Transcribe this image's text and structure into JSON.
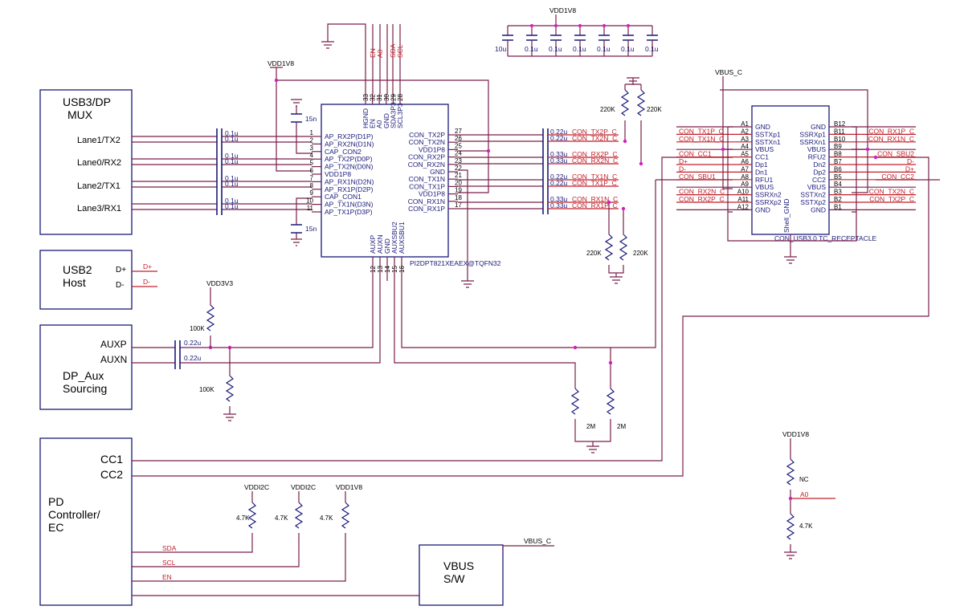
{
  "blocks": {
    "usb3_mux": [
      "USB3/DP",
      "MUX"
    ],
    "usb2_host": [
      "USB2",
      "Host"
    ],
    "dp_aux": [
      "DP_Aux",
      "Sourcing"
    ],
    "pd_controller": [
      "PD",
      "Controller/",
      "EC"
    ],
    "vbus_sw": [
      "VBUS",
      "S/W"
    ]
  },
  "mux_lanes": [
    "Lane1/TX2",
    "Lane0/RX2",
    "Lane2/TX1",
    "Lane3/RX1"
  ],
  "usb2_pins": [
    "D+",
    "D-"
  ],
  "usb2_nets": [
    "D+",
    "D-"
  ],
  "aux_labels": [
    "AUXP",
    "AUXN"
  ],
  "cc_labels": [
    "CC1",
    "CC2"
  ],
  "ec_nets": [
    "SDA",
    "SCL",
    "EN"
  ],
  "power": {
    "vdd1v8": "VDD1V8",
    "vdd3v3": "VDD3V3",
    "vddi2c": "VDDI2C",
    "vbus_c": "VBUS_C"
  },
  "chip": {
    "name": "PI2DPT821XEAEX@TQFN32",
    "top_pins": [
      {
        "name": "HGND",
        "num": "33"
      },
      {
        "name": "EN",
        "num": "32"
      },
      {
        "name": "A0",
        "num": "31"
      },
      {
        "name": "GND",
        "num": "30"
      },
      {
        "name": "SDA3P3",
        "num": "29"
      },
      {
        "name": "SCL3P3",
        "num": "28"
      }
    ],
    "top_nets": [
      "EN",
      "A0",
      "SDA",
      "SCL"
    ],
    "left_pins": [
      {
        "num": "1",
        "name": "AP_RX2P(D1P)"
      },
      {
        "num": "2",
        "name": "AP_RX2N(D1N)"
      },
      {
        "num": "3",
        "name": "CAP_CON2"
      },
      {
        "num": "4",
        "name": "AP_TX2P(D0P)"
      },
      {
        "num": "5",
        "name": "AP_TX2N(D0N)"
      },
      {
        "num": "6",
        "name": "VDD1P8"
      },
      {
        "num": "7",
        "name": "AP_RX1N(D2N)"
      },
      {
        "num": "8",
        "name": "AP_RX1P(D2P)"
      },
      {
        "num": "9",
        "name": "CAP_CON1"
      },
      {
        "num": "10",
        "name": "AP_TX1N(D3N)"
      },
      {
        "num": "11",
        "name": "AP_TX1P(D3P)"
      }
    ],
    "right_pins": [
      {
        "num": "27",
        "name": "CON_TX2P"
      },
      {
        "num": "26",
        "name": "CON_TX2N"
      },
      {
        "num": "25",
        "name": "VDD1P8"
      },
      {
        "num": "24",
        "name": "CON_RX2P"
      },
      {
        "num": "23",
        "name": "CON_RX2N"
      },
      {
        "num": "22",
        "name": "GND"
      },
      {
        "num": "21",
        "name": "CON_TX1N"
      },
      {
        "num": "20",
        "name": "CON_TX1P"
      },
      {
        "num": "19",
        "name": "VDD1P8"
      },
      {
        "num": "18",
        "name": "CON_RX1N"
      },
      {
        "num": "17",
        "name": "CON_RX1P"
      }
    ],
    "bottom_pins": [
      {
        "name": "AUXP",
        "num": "12"
      },
      {
        "name": "AUXN",
        "num": "13"
      },
      {
        "name": "GND",
        "num": "14"
      },
      {
        "name": "AUXSBU2",
        "num": "15"
      },
      {
        "name": "AUXSBU1",
        "num": "16"
      }
    ]
  },
  "input_caps": [
    "0.1u",
    "0.1u",
    "0.1u",
    "0.1u",
    "0.1u",
    "0.1u",
    "0.1u",
    "0.1u"
  ],
  "cap_15n": [
    "15n",
    "15n"
  ],
  "output_caps": [
    "0.22u",
    "0.22u",
    "0.33u",
    "0.33u",
    "0.22u",
    "0.22u",
    "0.33u",
    "0.33u"
  ],
  "output_nets": [
    "CON_TX2P_C",
    "CON_TX2N_C",
    "CON_RX2P_C",
    "CON_RX2N_C",
    "CON_TX1N_C",
    "CON_TX1P_C",
    "CON_RX1N_C",
    "CON_RX1P_C"
  ],
  "aux_caps": [
    "0.22u",
    "0.22u"
  ],
  "decoupling_caps": [
    "10u",
    "0.1u",
    "0.1u",
    "0.1u",
    "0.1u",
    "0.1u",
    "0.1u"
  ],
  "resistors": {
    "r220k": "220K",
    "r100k": "100K",
    "r2m": "2M",
    "r4k7": "4.7K",
    "nc": "NC",
    "a0_net": "A0"
  },
  "connector": {
    "name": "CON_USB3.0 TC_RECEPTACLE",
    "shell": "Shell_GND",
    "left_pins": [
      {
        "num": "A1",
        "name": "GND",
        "net": ""
      },
      {
        "num": "A2",
        "name": "SSTXp1",
        "net": "CON_TX1P_C"
      },
      {
        "num": "A3",
        "name": "SSTXn1",
        "net": "CON_TX1N_C"
      },
      {
        "num": "A4",
        "name": "VBUS",
        "net": ""
      },
      {
        "num": "A5",
        "name": "CC1",
        "net": "CON_CC1"
      },
      {
        "num": "A6",
        "name": "Dp1",
        "net": "D+"
      },
      {
        "num": "A7",
        "name": "Dn1",
        "net": "D-"
      },
      {
        "num": "A8",
        "name": "RFU1",
        "net": "CON_SBU1"
      },
      {
        "num": "A9",
        "name": "VBUS",
        "net": ""
      },
      {
        "num": "A10",
        "name": "SSRXn2",
        "net": "CON_RX2N_C"
      },
      {
        "num": "A11",
        "name": "SSRXp2",
        "net": "CON_RX2P_C"
      },
      {
        "num": "A12",
        "name": "GND",
        "net": ""
      }
    ],
    "right_pins": [
      {
        "num": "B12",
        "name": "GND",
        "net": ""
      },
      {
        "num": "B11",
        "name": "SSRXp1",
        "net": "CON_RX1P_C"
      },
      {
        "num": "B10",
        "name": "SSRXn1",
        "net": "CON_RX1N_C"
      },
      {
        "num": "B9",
        "name": "VBUS",
        "net": ""
      },
      {
        "num": "B8",
        "name": "RFU2",
        "net": "CON_SBU2"
      },
      {
        "num": "B7",
        "name": "Dn2",
        "net": "D-"
      },
      {
        "num": "B6",
        "name": "Dp2",
        "net": "D+"
      },
      {
        "num": "B5",
        "name": "CC2",
        "net": "CON_CC2"
      },
      {
        "num": "B4",
        "name": "VBUS",
        "net": ""
      },
      {
        "num": "B3",
        "name": "SSTXn2",
        "net": "CON_TX2N_C"
      },
      {
        "num": "B2",
        "name": "SSTXp2",
        "net": "CON_TX2P_C"
      },
      {
        "num": "B1",
        "name": "GND",
        "net": ""
      }
    ]
  },
  "colors": {
    "net_red": "#c0202a",
    "wire": "#7a1f4a",
    "component": "#1a1a7a",
    "junction": "#d020c0"
  }
}
